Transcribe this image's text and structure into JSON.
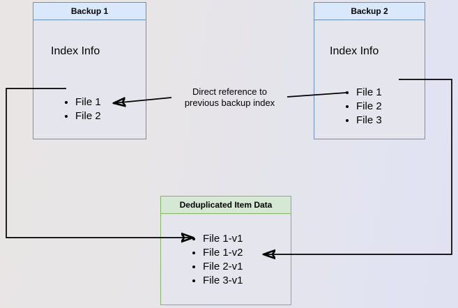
{
  "diagram": {
    "title_text_visible": false,
    "background_colors": {
      "left": "#e9e5e5",
      "right": "#e0e2f2"
    },
    "accent_blue_fill": "#dae8fc",
    "accent_blue_stroke": "#6c8ebf",
    "accent_green_fill": "#d5e8d4",
    "accent_green_stroke": "#82b366",
    "body_fill": "#e5e5ee"
  },
  "backup1": {
    "header": "Backup 1",
    "index_label": "Index Info",
    "files": [
      "File 1",
      "File 2"
    ]
  },
  "backup2": {
    "header": "Backup 2",
    "index_label": "Index Info",
    "files": [
      "File 1",
      "File 2",
      "File 3"
    ]
  },
  "dedup": {
    "header": "Deduplicated Item Data",
    "files": [
      "File 1-v1",
      "File 1-v2",
      "File 2-v1",
      "File 3-v1"
    ]
  },
  "center_annotation": {
    "line1": "Direct reference to",
    "line2": "previous backup index"
  },
  "connectors": [
    {
      "name": "backup2-file2-to-backup1-file2",
      "label": "Direct reference to previous backup index",
      "arrow": "left"
    },
    {
      "name": "backup1-file1-to-dedup-file1v1",
      "arrow": "right"
    },
    {
      "name": "backup2-file1-to-dedup-file1v2",
      "arrow": "left"
    }
  ]
}
